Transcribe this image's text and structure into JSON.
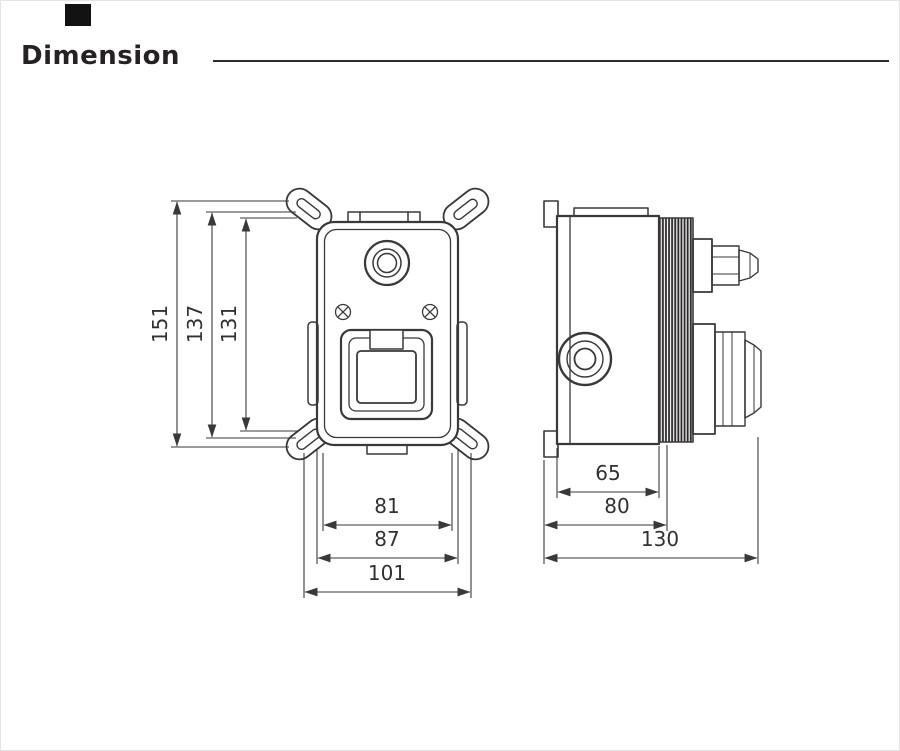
{
  "header": {
    "title": "Dimension"
  },
  "colors": {
    "line": "#3a3839",
    "text": "#333031",
    "title": "#262123",
    "background": "#ffffff"
  },
  "front_view": {
    "name": "front-view",
    "vertical_dims": {
      "outer": "151",
      "middle": "137",
      "inner": "131"
    },
    "horizontal_dims": {
      "inner": "81",
      "middle": "87",
      "outer": "101"
    }
  },
  "side_view": {
    "name": "side-view",
    "horizontal_dims": {
      "body": "65",
      "middle": "80",
      "overall": "130"
    }
  }
}
